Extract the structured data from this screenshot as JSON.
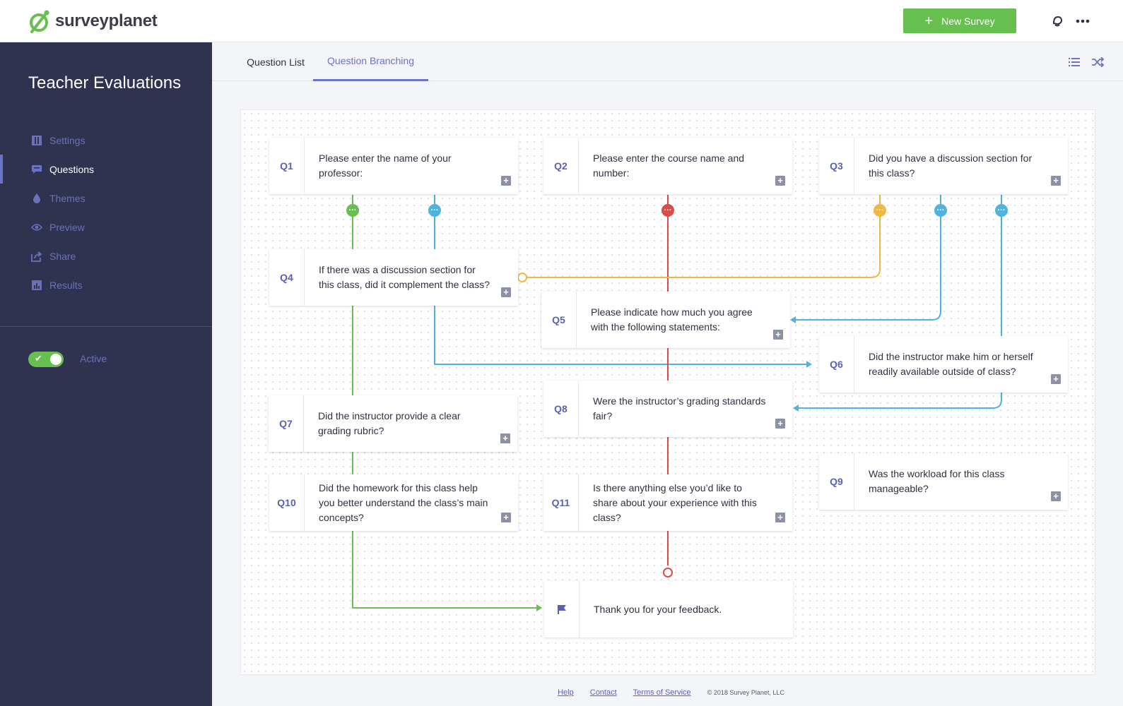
{
  "app": {
    "logo_text": "surveyplanet",
    "new_survey_label": "New Survey",
    "icons": [
      "notifications-icon",
      "more-icon"
    ]
  },
  "sidebar": {
    "survey_title": "Teacher Evaluations",
    "items": [
      {
        "label": "Settings",
        "icon": "settings-icon",
        "active": false
      },
      {
        "label": "Questions",
        "icon": "questions-icon",
        "active": true
      },
      {
        "label": "Themes",
        "icon": "themes-icon",
        "active": false
      },
      {
        "label": "Preview",
        "icon": "preview-icon",
        "active": false
      },
      {
        "label": "Share",
        "icon": "share-icon",
        "active": false
      },
      {
        "label": "Results",
        "icon": "results-icon",
        "active": false
      }
    ],
    "status_label": "Active",
    "status_on": true
  },
  "tabs": [
    {
      "label": "Question List",
      "active": false
    },
    {
      "label": "Question Branching",
      "active": true
    }
  ],
  "questions": {
    "q1": {
      "num": "Q1",
      "text": "Please enter the name of your professor:"
    },
    "q2": {
      "num": "Q2",
      "text": "Please enter the course name and number:"
    },
    "q3": {
      "num": "Q3",
      "text": "Did you have a discussion section for this class?"
    },
    "q4": {
      "num": "Q4",
      "text": "If there was a discussion section for this class, did it complement the class?"
    },
    "q5": {
      "num": "Q5",
      "text": "Please indicate how much you agree with the following statements:"
    },
    "q6": {
      "num": "Q6",
      "text": "Did the instructor make him or herself readily available outside of class?"
    },
    "q7": {
      "num": "Q7",
      "text": "Did the instructor provide a clear grading rubric?"
    },
    "q8": {
      "num": "Q8",
      "text": "Were the instructor’s grading standards fair?"
    },
    "q9": {
      "num": "Q9",
      "text": "Was the workload for this class manageable?"
    },
    "q10": {
      "num": "Q10",
      "text": "Did the homework for this class help you better understand the class’s main concepts?"
    },
    "q11": {
      "num": "Q11",
      "text": "Is there anything else you’d like to share about your experience with this class?"
    },
    "end": {
      "text": "Thank you for your feedback.",
      "icon": "flag-icon"
    }
  },
  "branch_colors": {
    "green": "#66bf4e",
    "blue": "#4fb3e0",
    "red": "#dc4a4a",
    "yellow": "#f2b742"
  },
  "footer": {
    "help": "Help",
    "contact": "Contact",
    "terms": "Terms of Service",
    "copyright": "© 2018 Survey Planet, LLC"
  }
}
